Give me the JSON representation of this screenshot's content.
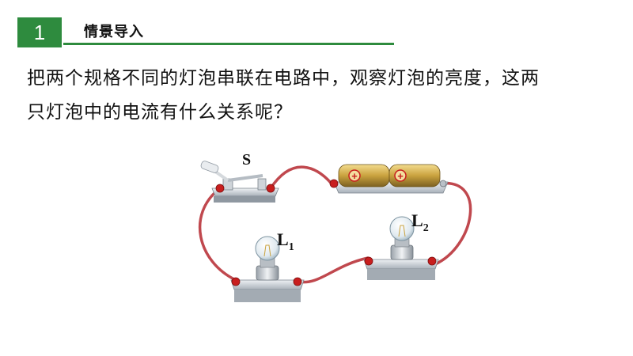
{
  "header": {
    "section_number": "1",
    "section_title": "情景导入",
    "accent_color": "#2e8b3e"
  },
  "question": {
    "line1": "把两个规格不同的灯泡串联在电路中，观察灯泡的亮度，这两",
    "line2": "只灯泡中的电流有什么关系呢？"
  },
  "circuit": {
    "switch_label": "S",
    "lamp1_label": "L",
    "lamp1_subscript": "1",
    "lamp2_label": "L",
    "lamp2_subscript": "2",
    "battery_symbol": "+",
    "wire_color": "#c0484e",
    "terminal_color": "#c81e1e",
    "battery_color": "#c9a23e"
  }
}
